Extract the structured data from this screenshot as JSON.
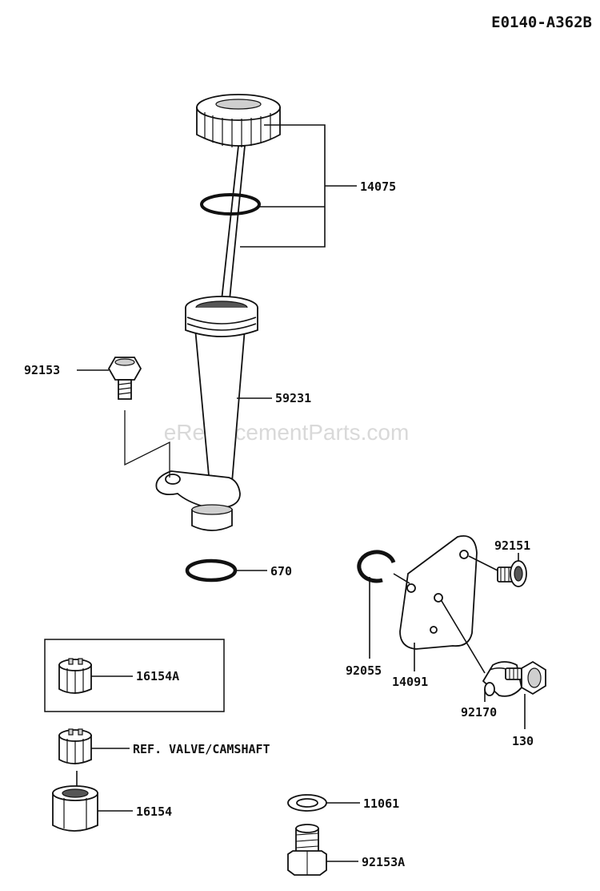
{
  "diagram_id": "E0140-A362B",
  "watermark": "eReplacementParts.com",
  "labels": {
    "p14075": "14075",
    "p92153": "92153",
    "p59231": "59231",
    "p670": "670",
    "p92151": "92151",
    "p92055": "92055",
    "p14091": "14091",
    "p92170": "92170",
    "p130": "130",
    "p16154A": "16154A",
    "ref_valve": "REF. VALVE/CAMSHAFT",
    "p16154": "16154",
    "p11061": "11061",
    "p92153A": "92153A"
  },
  "colors": {
    "line": "#111111",
    "watermark": "#d9d9d9",
    "background": "#ffffff"
  }
}
